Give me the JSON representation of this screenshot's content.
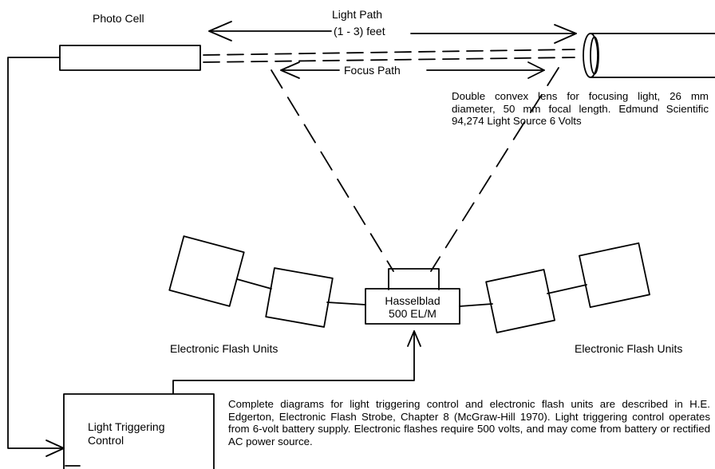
{
  "labels": {
    "photo_cell": "Photo Cell",
    "light_path_title": "Light Path",
    "light_path_range": "(1 - 3) feet",
    "focus_path": "Focus Path",
    "camera_line1": "Hasselblad",
    "camera_line2": "500 EL/M",
    "flash_units_left": "Electronic Flash Units",
    "flash_units_right": "Electronic Flash Units",
    "trigger_line1": "Light Triggering",
    "trigger_line2": "Control"
  },
  "notes": {
    "lens_note": "Double convex lens for focusing light, 26 mm diameter, 50 mm focal length. Edmund Scientific 94,274 Light Source 6 Volts",
    "diagram_note": "Complete diagrams for light triggering control and electronic flash units are described in H.E. Edgerton, Electronic Flash Strobe, Chapter 8 (McGraw-Hill 1970). Light triggering control operates from 6-volt battery supply. Electronic flashes require 500 volts, and may come from battery or rectified AC power source."
  },
  "colors": {
    "ink": "#000000",
    "background": "#ffffff"
  }
}
